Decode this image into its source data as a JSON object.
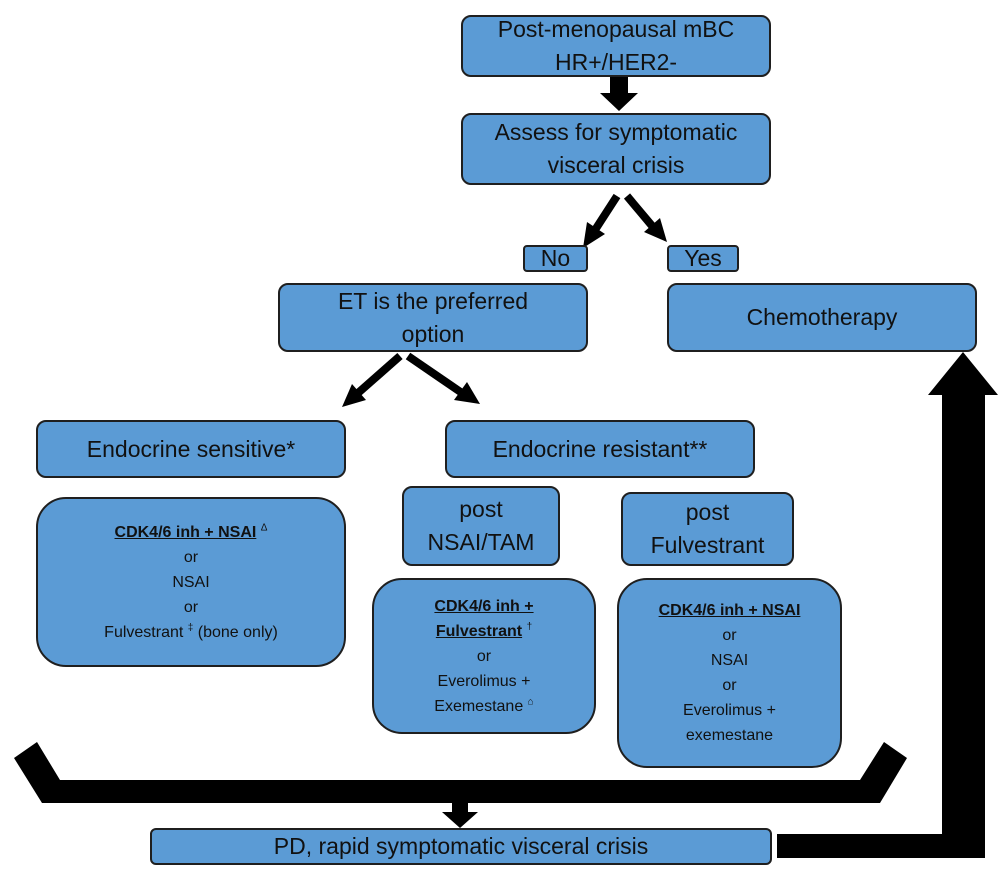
{
  "nodes": {
    "start": {
      "line1": "Post-menopausal mBC",
      "line2": "HR+/HER2-"
    },
    "assess": {
      "line1": "Assess for symptomatic",
      "line2": "visceral crisis"
    },
    "no": "No",
    "yes": "Yes",
    "et": {
      "line1": "ET is the preferred",
      "line2": "option"
    },
    "chemo": "Chemotherapy",
    "sensitive": "Endocrine sensitive*",
    "resistant": "Endocrine resistant**",
    "post_nsai": {
      "line1": "post",
      "line2": "NSAI/TAM"
    },
    "post_fulv": {
      "line1": "post",
      "line2": "Fulvestrant"
    },
    "sens_options": {
      "opt1": "CDK4/6 inh + NSAI",
      "opt1_mark": "Δ",
      "or1": "or",
      "opt2": "NSAI",
      "or2": "or",
      "opt3": "Fulvestrant",
      "opt3_mark": "‡",
      "opt3_note": "(bone only)"
    },
    "nsai_options": {
      "opt1a": "CDK4/6 inh +",
      "opt1b": "Fulvestrant",
      "opt1_mark": "†",
      "or1": "or",
      "opt2a": "Everolimus +",
      "opt2b": "Exemestane",
      "opt2_mark": "⌂"
    },
    "fulv_options": {
      "opt1": "CDK4/6 inh + NSAI",
      "or1": "or",
      "opt2": "NSAI",
      "or2": "or",
      "opt3a": "Everolimus +",
      "opt3b": "exemestane"
    },
    "pd": "PD, rapid symptomatic visceral crisis"
  }
}
